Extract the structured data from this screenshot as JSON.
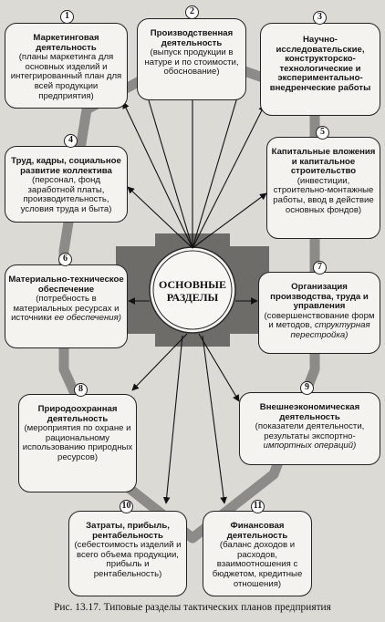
{
  "center": {
    "line1": "ОСНОВНЫЕ",
    "line2": "РАЗДЕЛЫ"
  },
  "sections": [
    {
      "num": "1",
      "title": "Маркетинговая деятельность",
      "desc": "(планы маркетинга для основных изделий и интегрированный план для всей продукции предприятия)"
    },
    {
      "num": "2",
      "title": "Производственная деятельность",
      "desc": "(выпуск продукции в натуре и по стоимости, обоснование)"
    },
    {
      "num": "3",
      "title": "Научно-исследовательские, конструкторско-технологические и экспериментально-внедренческие работы",
      "desc": ""
    },
    {
      "num": "4",
      "title": "Труд, кадры, социальное развитие коллектива",
      "desc": "(персонал, фонд заработной платы, производительность, условия труда и быта)"
    },
    {
      "num": "5",
      "title": "Капитальные вложения и капитальное строительство",
      "desc": "(инвестиции, строительно-монтажные работы, ввод в действие основных фондов)"
    },
    {
      "num": "6",
      "title": "Материально-техническое обеспечение",
      "desc": "(потребность в материальных ресурсах и источники",
      "desc_italic": "ее обеспечения)"
    },
    {
      "num": "7",
      "title": "Организация производства, труда и управления",
      "desc": "(совершенствование форм и методов,",
      "desc_italic": "структурная перестройка)"
    },
    {
      "num": "8",
      "title": "Природоохранная деятельность",
      "desc": "(мероприятия по охране и рациональному использованию природных ресурсов)"
    },
    {
      "num": "9",
      "title": "Внешнеэкономическая деятельность",
      "desc": "(показатели деятельности, результаты экспортно-",
      "desc_italic": "импортных операций)"
    },
    {
      "num": "10",
      "title": "Затраты, прибыль, рентабельность",
      "desc": "(себестоимость изделий и всего объема продукции, прибыль и рентабельность)"
    },
    {
      "num": "11",
      "title": "Финансовая деятельность",
      "desc": "(баланс доходов и расходов, взаимоотношения с бюджетом, кредитные отношения)"
    }
  ],
  "caption": "Рис. 13.17. Типовые разделы тактических планов предприятия"
}
